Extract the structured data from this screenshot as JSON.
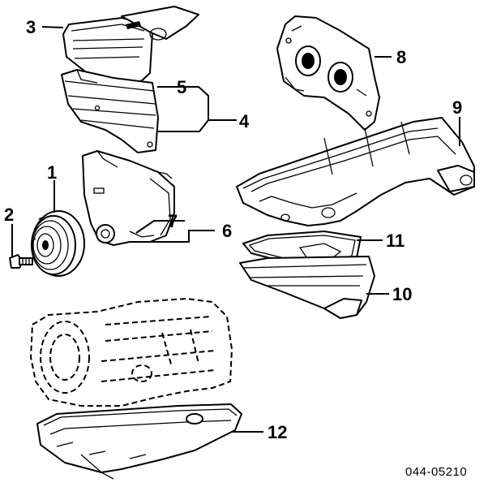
{
  "diagram": {
    "callouts": [
      {
        "id": "c1",
        "label": "1"
      },
      {
        "id": "c2",
        "label": "2"
      },
      {
        "id": "c3",
        "label": "3"
      },
      {
        "id": "c4",
        "label": "4"
      },
      {
        "id": "c5",
        "label": "5"
      },
      {
        "id": "c6",
        "label": "6"
      },
      {
        "id": "c7",
        "label": "7"
      },
      {
        "id": "c8",
        "label": "8"
      },
      {
        "id": "c9",
        "label": "9"
      },
      {
        "id": "c10",
        "label": "10"
      },
      {
        "id": "c11",
        "label": "11"
      },
      {
        "id": "c12",
        "label": "12"
      }
    ],
    "figure_code": "044-05210"
  }
}
